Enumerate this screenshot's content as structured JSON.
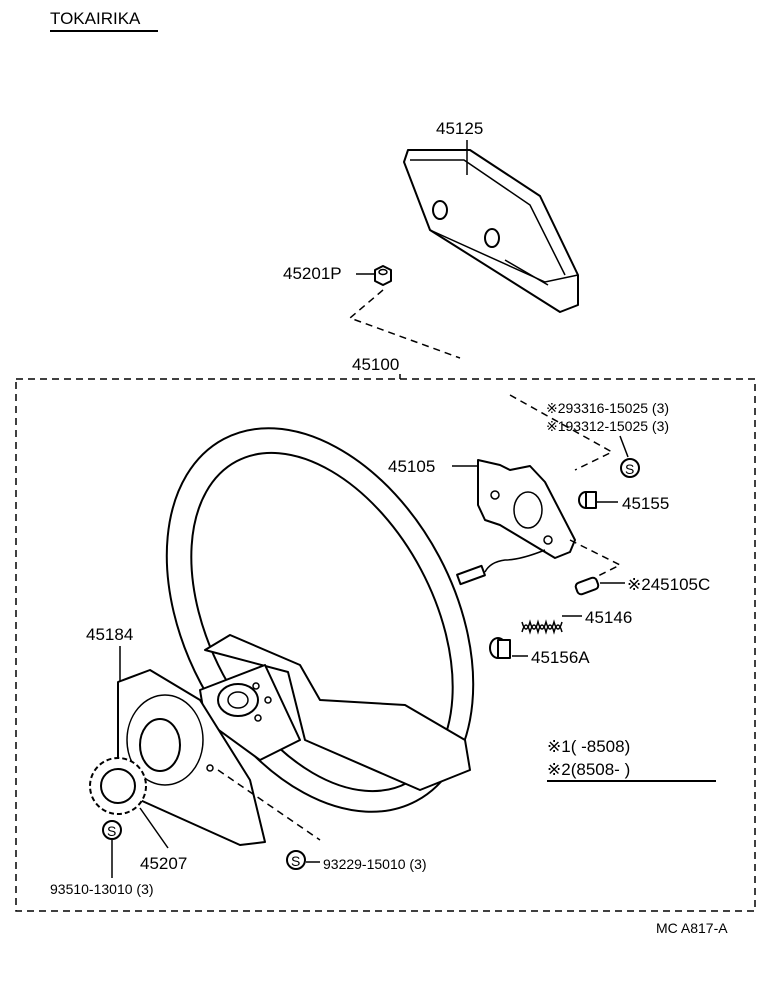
{
  "header": {
    "brand": "TOKAIRIKA"
  },
  "assembly": {
    "label": "45100"
  },
  "parts": {
    "horn_pad": "45125",
    "nut": "45201P",
    "bracket": "45105",
    "bolt_1": "※293316-15025 (3)",
    "bolt_2": "※193312-15025 (3)",
    "bushing": "45155",
    "contact": "※245105C",
    "spring": "45146",
    "cap": "45156A",
    "cover": "45184",
    "cancel_cam": "45207",
    "screw_cam": "93510-13010 (3)",
    "screw_cover": "93229-15010 (3)"
  },
  "std_symbol": "S",
  "notes": {
    "note1": "※1(        -8508)",
    "note2": "※2(8508-        )"
  },
  "footer": {
    "code": "MC A817-A"
  },
  "icons": [
    "steering-wheel-icon",
    "horn-pad-icon",
    "standard-part-icon"
  ]
}
